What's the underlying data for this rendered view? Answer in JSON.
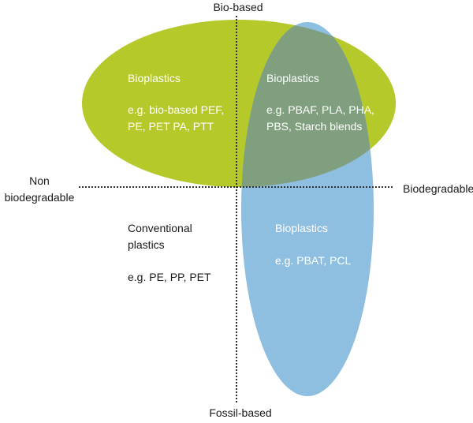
{
  "axes": {
    "top": "Bio-based",
    "bottom": "Fossil-based",
    "left_line1": "Non",
    "left_line2": "biodegradable",
    "right": "Biodegradable"
  },
  "quadrants": {
    "top_left": {
      "title": "Bioplastics",
      "line1": "e.g. bio-based PEF,",
      "line2": "PE, PET PA, PTT"
    },
    "top_right": {
      "title": "Bioplastics",
      "line1": "e.g. PBAF, PLA, PHA,",
      "line2": "PBS, Starch blends"
    },
    "bottom_left": {
      "title_line1": "Conventional",
      "title_line2": "plastics",
      "line1": "e.g. PE, PP,  PET"
    },
    "bottom_right": {
      "title": "Bioplastics",
      "line1": "e.g. PBAT, PCL"
    }
  },
  "colors": {
    "bio_based_ellipse": "#b5c92a",
    "biodegradable_ellipse": "#8fbfe0",
    "overlap": "#7f9f7f",
    "axis_line": "#333333"
  }
}
